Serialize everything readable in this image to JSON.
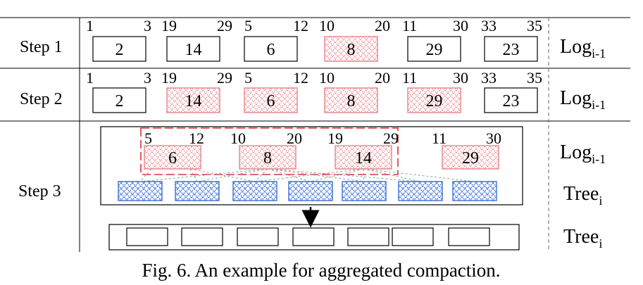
{
  "rows": [
    {
      "label": "Step 1",
      "side_label": {
        "base": "Log",
        "sub": "i-1"
      },
      "blocks": [
        {
          "range_start": "1",
          "range_end": "3",
          "value": "2",
          "hatched": false
        },
        {
          "range_start": "19",
          "range_end": "29",
          "value": "14",
          "hatched": false
        },
        {
          "range_start": "5",
          "range_end": "12",
          "value": "6",
          "hatched": false
        },
        {
          "range_start": "10",
          "range_end": "20",
          "value": "8",
          "hatched": true
        },
        {
          "range_start": "11",
          "range_end": "30",
          "value": "29",
          "hatched": false
        },
        {
          "range_start": "33",
          "range_end": "35",
          "value": "23",
          "hatched": false
        }
      ]
    },
    {
      "label": "Step 2",
      "side_label": {
        "base": "Log",
        "sub": "i-1"
      },
      "blocks": [
        {
          "range_start": "1",
          "range_end": "3",
          "value": "2",
          "hatched": false
        },
        {
          "range_start": "19",
          "range_end": "29",
          "value": "14",
          "hatched": true
        },
        {
          "range_start": "5",
          "range_end": "12",
          "value": "6",
          "hatched": true
        },
        {
          "range_start": "10",
          "range_end": "20",
          "value": "8",
          "hatched": true
        },
        {
          "range_start": "11",
          "range_end": "30",
          "value": "29",
          "hatched": true
        },
        {
          "range_start": "33",
          "range_end": "35",
          "value": "23",
          "hatched": false
        }
      ]
    }
  ],
  "step3": {
    "label": "Step 3",
    "log_label": {
      "base": "Log",
      "sub": "i-1"
    },
    "tree_label": {
      "base": "Tree",
      "sub": "i"
    },
    "result_label": {
      "base": "Tree",
      "sub": "i"
    },
    "log_blocks": [
      {
        "range_start": "5",
        "range_end": "12",
        "value": "6",
        "grouped": true
      },
      {
        "range_start": "10",
        "range_end": "20",
        "value": "8",
        "grouped": true
      },
      {
        "range_start": "19",
        "range_end": "29",
        "value": "14",
        "grouped": true
      },
      {
        "range_start": "11",
        "range_end": "30",
        "value": "29",
        "grouped": false
      }
    ],
    "tree_block_count": 7,
    "result_block_count": 7
  },
  "caption": "Fig. 6.  An example for aggregated compaction.",
  "colors": {
    "red_hatch": "#e8838d",
    "blue_hatch": "#3b6fd6",
    "dashed_red": "#e0303a",
    "link_gray": "#9a9a9a"
  }
}
